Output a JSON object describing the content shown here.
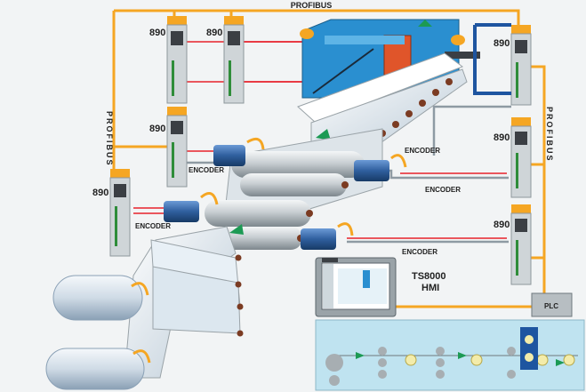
{
  "diagram": {
    "bus_label": "PROFIBUS",
    "bus_label_vertical": "PROFIBUS",
    "drive_label": "890",
    "encoder_label": "ENCODER",
    "hmi_label_1": "TS8000",
    "hmi_label_2": "HMI",
    "plc_label": "PLC"
  },
  "colors": {
    "bus": "#f5a623",
    "signal": "#e8212b",
    "encoder_cable": "#8e9aa3",
    "drive_body": "#cfd5d8",
    "drive_top": "#f5a623",
    "motor": "#2f5f9e",
    "stage_blue": "#2a8fd0",
    "hmi_frame": "#9aa3a8",
    "mini_panel": "#bfe3f0"
  }
}
